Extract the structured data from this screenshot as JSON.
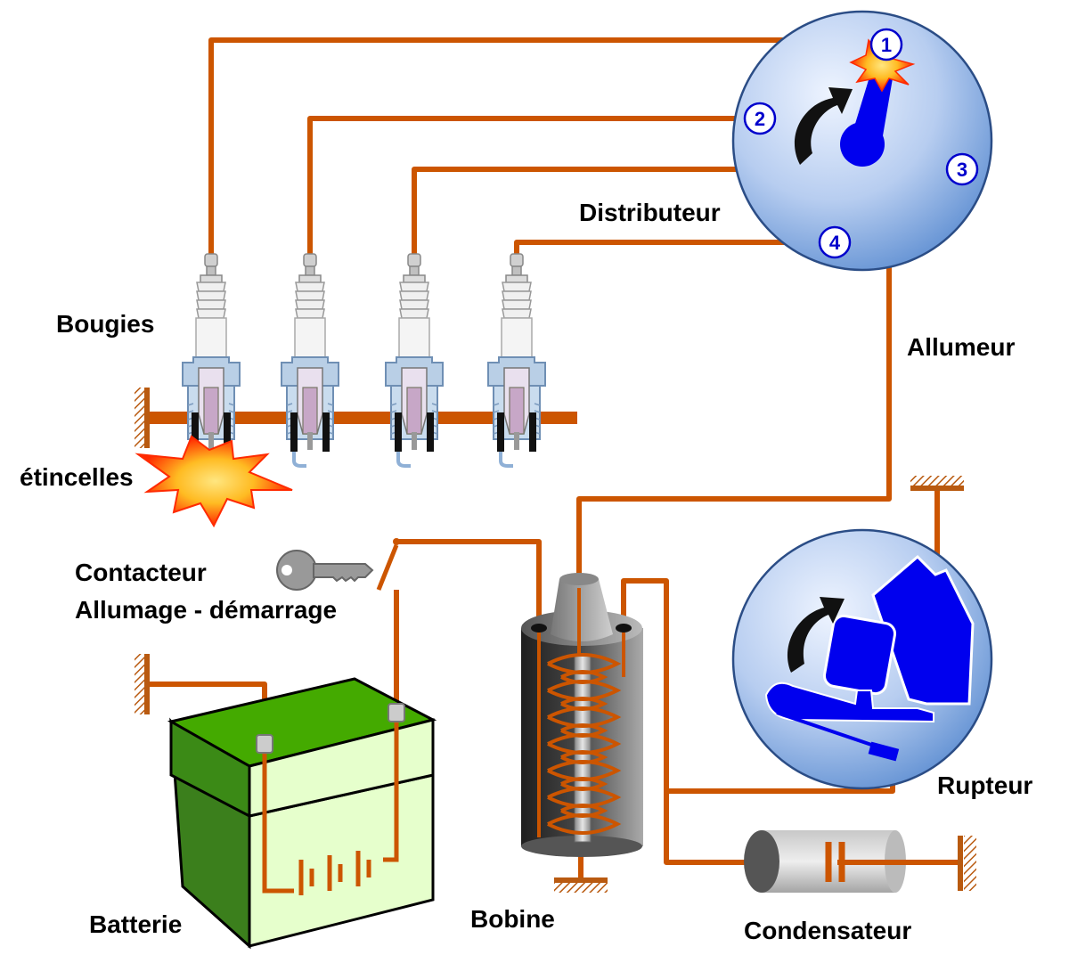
{
  "labels": {
    "distributor": "Distributeur",
    "igniter": "Allumeur",
    "spark_plugs": "Bougies",
    "sparks": "étincelles",
    "switch_line1": "Contacteur",
    "switch_line2": "Allumage - démarrage",
    "battery": "Batterie",
    "coil": "Bobine",
    "breaker": "Rupteur",
    "capacitor": "Condensateur"
  },
  "terminals": [
    "1",
    "2",
    "3",
    "4"
  ],
  "colors": {
    "wire": "#cc5500",
    "rotor": "#0000ee",
    "terminal_text": "#0000cc",
    "sphere_light": "#e8f0ff",
    "sphere_dark": "#5f8fd2",
    "battery_top": "#44aa00",
    "battery_side": "#3b7f1c",
    "battery_front": "#e6ffcc",
    "coil_dark": "#3a3a3a",
    "spark": "#ff2a00",
    "spark_core": "#ffdd33"
  },
  "icons": [
    "key-icon",
    "rotation-arrow-icon",
    "ground-symbol-icon",
    "spark-icon"
  ]
}
